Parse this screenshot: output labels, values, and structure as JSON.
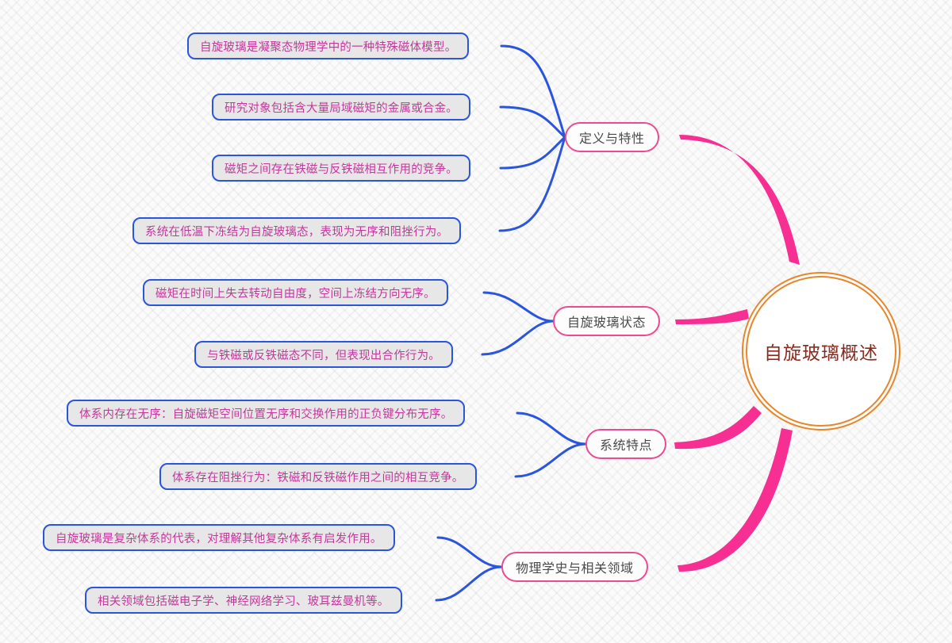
{
  "diagram": {
    "type": "mind-map",
    "title": "自旋玻璃概述",
    "orientation": "right-to-left",
    "colors": {
      "root_border": "#E8862A",
      "root_text": "#8B2A1E",
      "branch_border": "#EC4B92",
      "branch_text": "#4A4A4A",
      "leaf_border": "#2A55DD",
      "leaf_fill": "#E7E7E7",
      "leaf_text": "#C2399B",
      "trunk_connector": "#F72F92",
      "leaf_connector": "#2A55DD",
      "background": "#FBFBFB"
    }
  },
  "root": {
    "label": "自旋玻璃概述"
  },
  "branches": [
    {
      "id": "definition",
      "label": "定义与特性",
      "leaves": [
        {
          "id": "def-1",
          "text": "自旋玻璃是凝聚态物理学中的一种特殊磁体模型。"
        },
        {
          "id": "def-2",
          "text": "研究对象包括含大量局域磁矩的金属或合金。"
        },
        {
          "id": "def-3",
          "text": "磁矩之间存在铁磁与反铁磁相互作用的竞争。"
        },
        {
          "id": "def-4",
          "text": "系统在低温下冻结为自旋玻璃态，表现为无序和阻挫行为。"
        }
      ]
    },
    {
      "id": "state",
      "label": "自旋玻璃状态",
      "leaves": [
        {
          "id": "state-1",
          "text": "磁矩在时间上失去转动自由度，空间上冻结方向无序。"
        },
        {
          "id": "state-2",
          "text": "与铁磁或反铁磁态不同，但表现出合作行为。"
        }
      ]
    },
    {
      "id": "features",
      "label": "系统特点",
      "leaves": [
        {
          "id": "feat-1",
          "text": "体系内存在无序：自旋磁矩空间位置无序和交换作用的正负键分布无序。"
        },
        {
          "id": "feat-2",
          "text": "体系存在阻挫行为：铁磁和反铁磁作用之间的相互竞争。"
        }
      ]
    },
    {
      "id": "history",
      "label": "物理学史与相关领域",
      "leaves": [
        {
          "id": "hist-1",
          "text": "自旋玻璃是复杂体系的代表，对理解其他复杂体系有启发作用。"
        },
        {
          "id": "hist-2",
          "text": "相关领域包括磁电子学、神经网络学习、玻耳兹曼机等。"
        }
      ]
    }
  ]
}
